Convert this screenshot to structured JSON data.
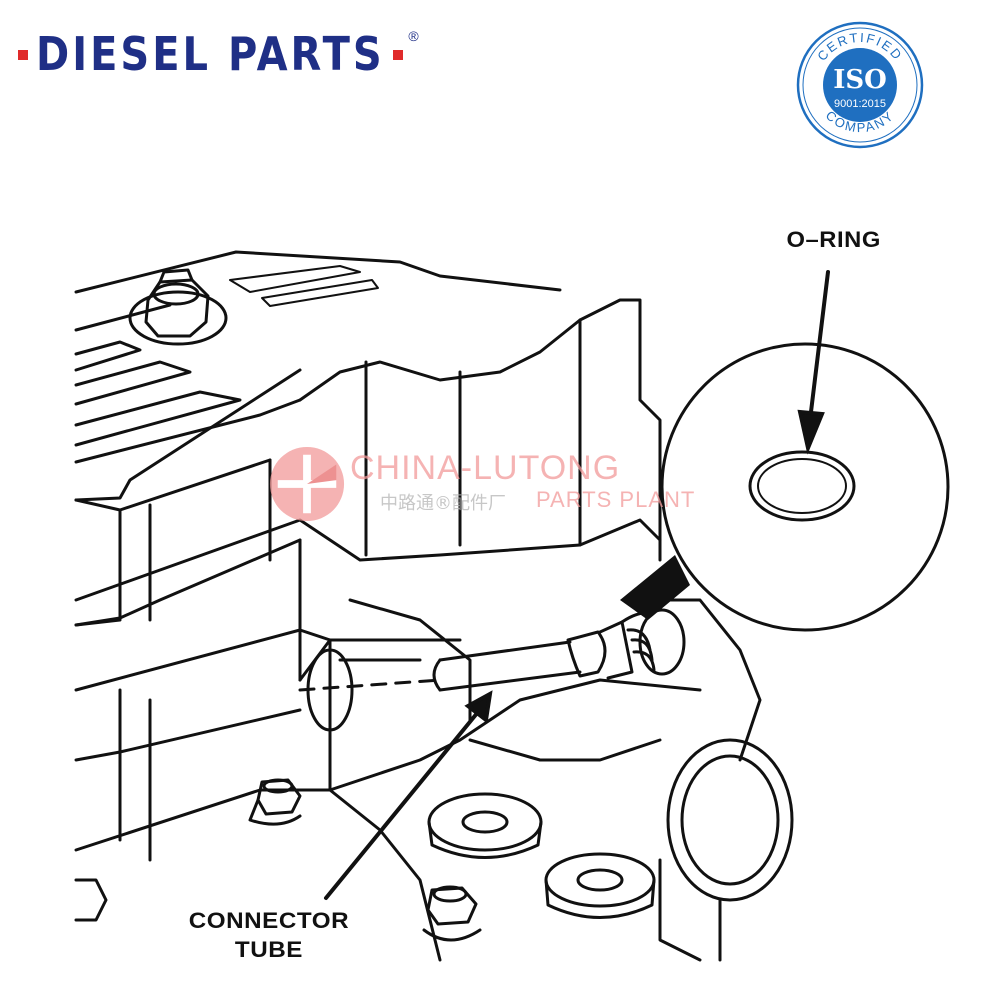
{
  "brand": {
    "name": "DIESEL PARTS",
    "registered": "®",
    "color_primary": "#1f2f86",
    "color_accent": "#e02a2a"
  },
  "seal": {
    "top_text": "CERTIFIED",
    "center_text": "ISO",
    "standard": "9001:2015",
    "bottom_text": "COMPANY",
    "color": "#1f6fc0"
  },
  "labels": {
    "oring": "O–RING",
    "connector_line1": "CONNECTOR",
    "connector_line2": "TUBE"
  },
  "watermark": {
    "name": "CHINA-LUTONG",
    "chinese": "中路通®配件厂",
    "english": "PARTS PLANT",
    "color": "#f29a9a"
  },
  "icons": {
    "seal": "iso-certified-seal-icon",
    "watermark_logo": "lutong-logo-icon"
  }
}
